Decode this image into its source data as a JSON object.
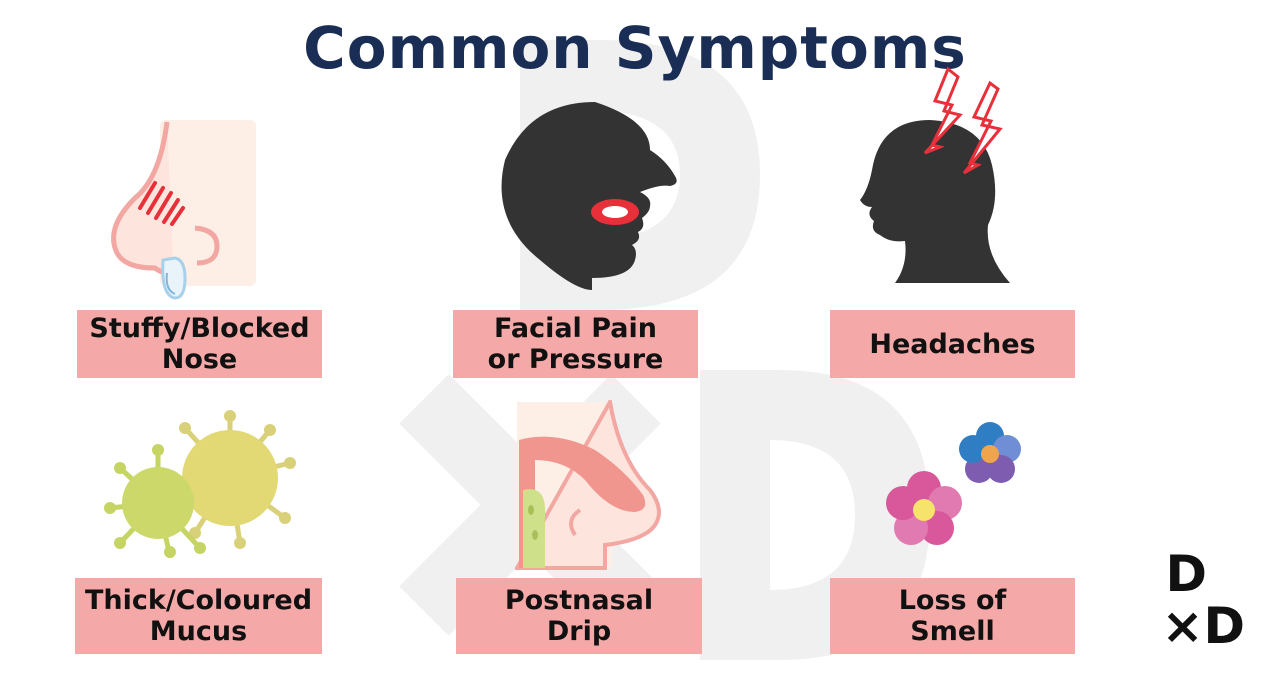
{
  "title": "Common Symptoms",
  "symptoms": [
    {
      "line1": "Stuffy/Blocked",
      "line2": "Nose",
      "icon": "nose-icon"
    },
    {
      "line1": "Facial Pain",
      "line2": "or Pressure",
      "icon": "face-profile-icon"
    },
    {
      "line1": "Headaches",
      "line2": "",
      "icon": "head-lightning-icon"
    },
    {
      "line1": "Thick/Coloured",
      "line2": "Mucus",
      "icon": "germ-icon"
    },
    {
      "line1": "Postnasal",
      "line2": "Drip",
      "icon": "throat-cross-section-icon"
    },
    {
      "line1": "Loss of",
      "line2": "Smell",
      "icon": "flowers-icon"
    }
  ],
  "logo": {
    "top": "D",
    "bottom": "×D"
  },
  "colors": {
    "title": "#1a2d55",
    "label_bg": "#f4a9a8",
    "silhouette": "#333333",
    "accent_red": "#e8303a"
  }
}
